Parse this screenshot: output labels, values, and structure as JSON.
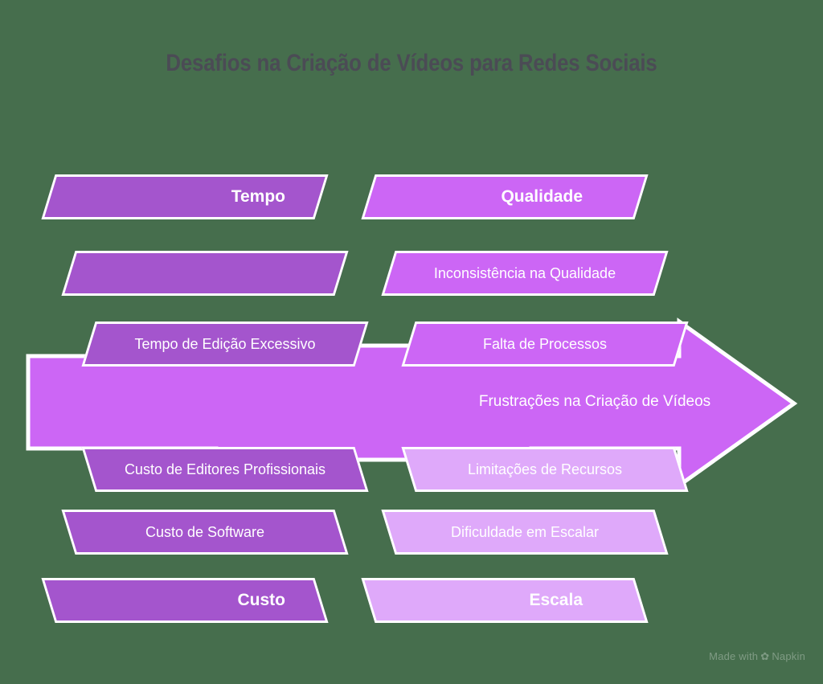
{
  "title": "Desafios na Criação de Vídeos para Redes Sociais",
  "arrow": {
    "label": "Frustrações na Criação de Vídeos",
    "color": "#cc66f5",
    "outline": "#ffffff"
  },
  "background_color": "#466e4d",
  "title_color": "#4b4b55",
  "categories": [
    {
      "key": "tempo",
      "name": "Tempo",
      "side": "left",
      "position": "top",
      "color": "#a455cd",
      "rows": [
        {
          "label": "Tempo",
          "role": "head"
        },
        {
          "label": "",
          "role": "cause"
        },
        {
          "label": "Tempo de Edição Excessivo",
          "role": "cause"
        }
      ]
    },
    {
      "key": "qualidade",
      "name": "Qualidade",
      "side": "right",
      "position": "top",
      "color": "#cc66f5",
      "rows": [
        {
          "label": "Qualidade",
          "role": "head"
        },
        {
          "label": "Inconsistência na Qualidade",
          "role": "cause"
        },
        {
          "label": "Falta de Processos",
          "role": "cause"
        }
      ]
    },
    {
      "key": "custo",
      "name": "Custo",
      "side": "left",
      "position": "bottom",
      "color": "#a455cd",
      "rows": [
        {
          "label": "Custo de Editores Profissionais",
          "role": "cause"
        },
        {
          "label": "Custo de Software",
          "role": "cause"
        },
        {
          "label": "Custo",
          "role": "head"
        }
      ]
    },
    {
      "key": "escala",
      "name": "Escala",
      "side": "right",
      "position": "bottom",
      "color": "#dfa9fa",
      "rows": [
        {
          "label": "Limitações de Recursos",
          "role": "cause"
        },
        {
          "label": "Dificuldade em Escalar",
          "role": "cause"
        },
        {
          "label": "Escala",
          "role": "head"
        }
      ]
    }
  ],
  "watermark": {
    "prefix": "Made with",
    "leaf": "✿",
    "brand": "Napkin"
  }
}
